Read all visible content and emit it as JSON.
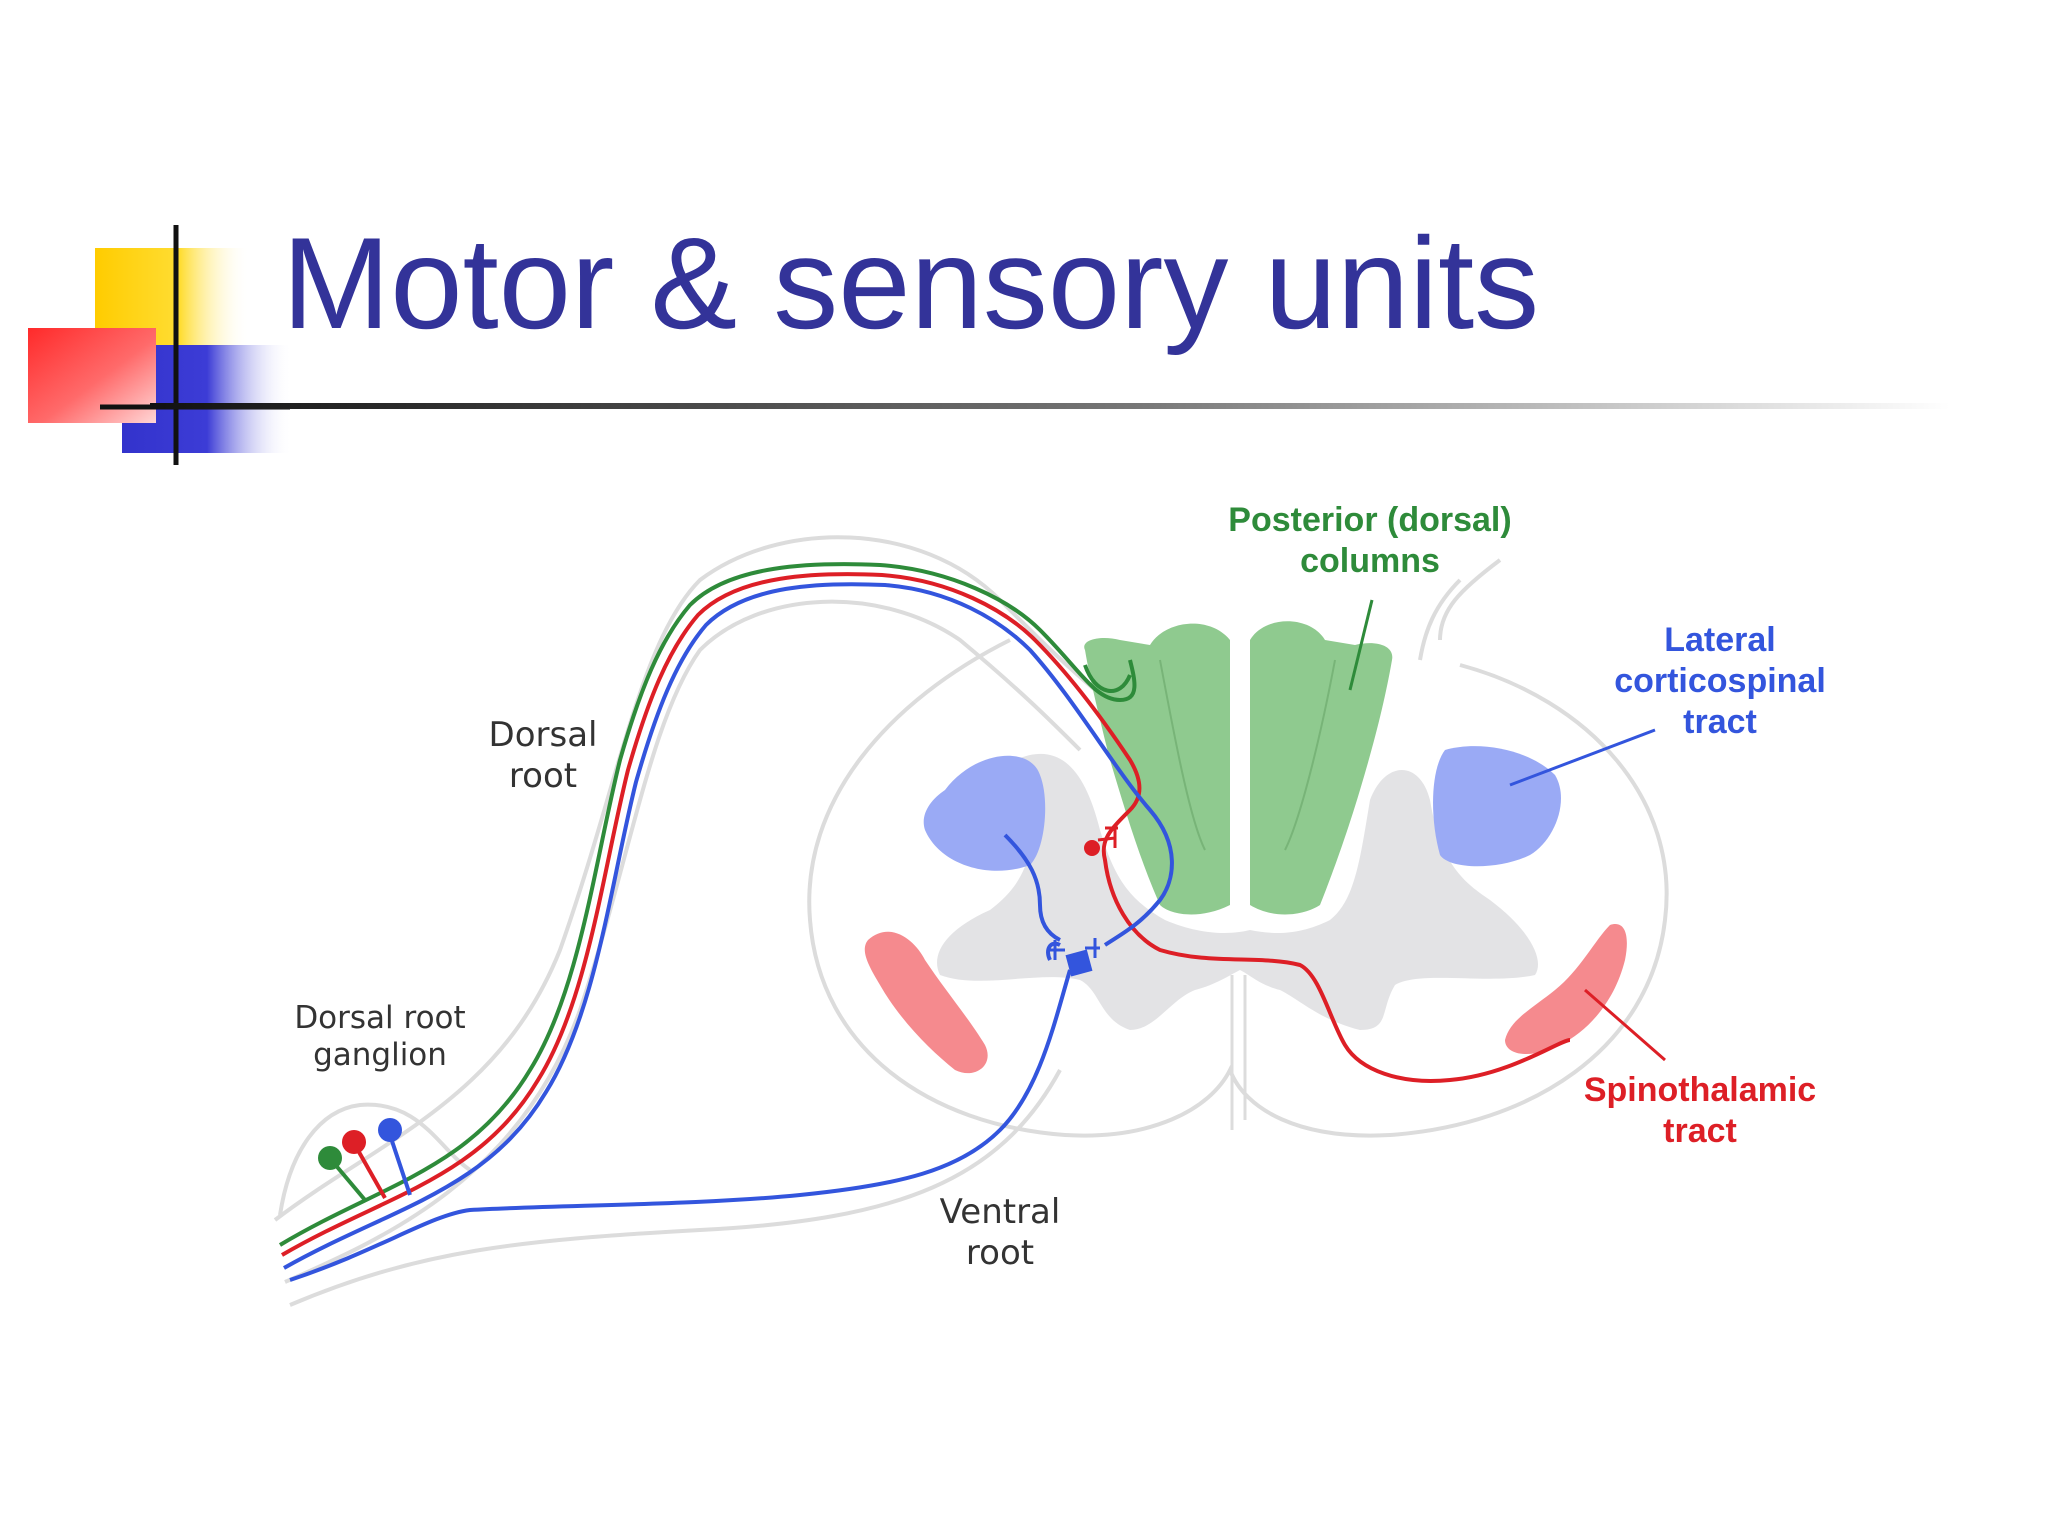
{
  "slide": {
    "title": "Motor & sensory units"
  },
  "colors": {
    "title": "#333399",
    "green": "#2e8b3a",
    "red": "#dd1f26",
    "blue": "#3355dd",
    "green_fill": "#8fca8f",
    "blue_fill": "#9aaaf5",
    "red_fill": "#f58a8e",
    "gray_matter": "#e3e3e5"
  },
  "diagram": {
    "labels": {
      "dorsal_root": [
        "Dorsal",
        "root"
      ],
      "dorsal_root_ganglion": [
        "Dorsal root",
        "ganglion"
      ],
      "ventral_root": [
        "Ventral",
        "root"
      ],
      "posterior_columns": [
        "Posterior (dorsal)",
        "columns"
      ],
      "lateral_corticospinal": [
        "Lateral",
        "corticospinal",
        "tract"
      ],
      "spinothalamic": [
        "Spinothalamic",
        "tract"
      ]
    }
  }
}
